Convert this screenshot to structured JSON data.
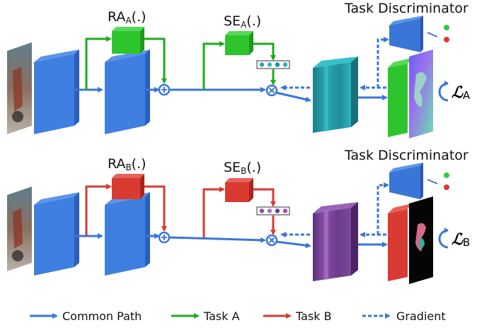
{
  "colors": {
    "common": "#3a76d8",
    "common_dark": "#2a57b0",
    "task_a": "#1faa1f",
    "task_b": "#d93a32",
    "gradient": "#3a76d8",
    "green_light": "#2ed12e",
    "red_light": "#e0382f",
    "dot_green": "#2ecc40",
    "dot_red": "#e0382f"
  },
  "top": {
    "ra_main": "RA",
    "ra_sub": "A",
    "ra_tail": "(.)",
    "se_main": "SE",
    "se_sub": "A",
    "se_tail": "(.)",
    "discriminator": "Task Discriminator",
    "loss_main": "ℒ",
    "loss_sub": "A"
  },
  "bottom": {
    "ra_main": "RA",
    "ra_sub": "B",
    "ra_tail": "(.)",
    "se_main": "SE",
    "se_sub": "B",
    "se_tail": "(.)",
    "discriminator": "Task Discriminator",
    "loss_main": "ℒ",
    "loss_sub": "B"
  },
  "legend": {
    "common": "Common Path",
    "task_a": "Task A",
    "task_b": "Task B",
    "gradient": "Gradient"
  }
}
